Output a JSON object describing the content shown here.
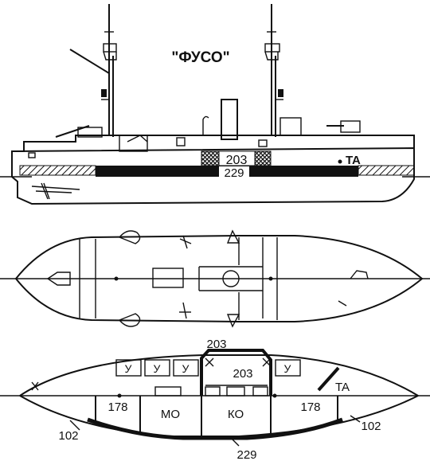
{
  "title": "\"ФУСО\"",
  "side_view": {
    "belt_label": "203",
    "belt_lower_label": "229",
    "ta_label": "TA"
  },
  "section_view": {
    "top_label": "203",
    "inner_label": "203",
    "u_labels": [
      "У",
      "У",
      "У",
      "У"
    ],
    "left_end_label": "178",
    "right_end_label": "178",
    "mo_label": "МО",
    "ko_label": "КО",
    "ta_label": "TA",
    "left_bow_label": "102",
    "right_bow_label": "102",
    "bottom_label": "229"
  },
  "colors": {
    "ink": "#111111",
    "paper": "#ffffff"
  }
}
